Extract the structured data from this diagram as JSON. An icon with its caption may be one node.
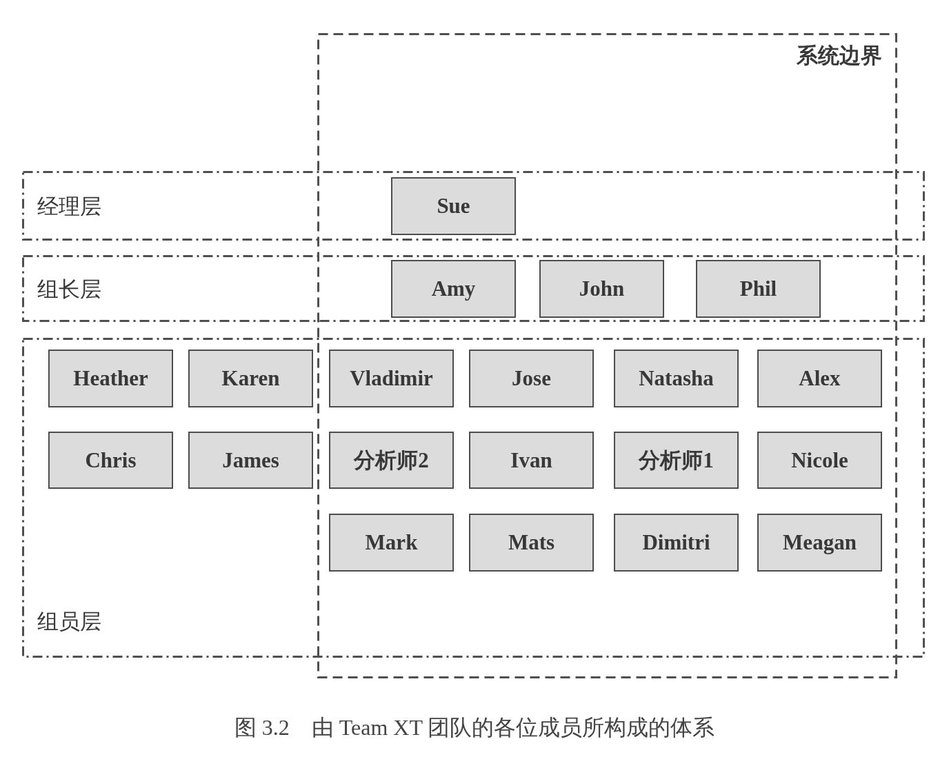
{
  "diagram": {
    "caption": "图 3.2　由 Team XT 团队的各位成员所构成的体系",
    "nodes": [
      {
        "text": [
          "系统边界"
        ]
      },
      {
        "text": [
          "经理层"
        ]
      },
      {
        "text": [
          "Sue"
        ]
      },
      {
        "text": [
          "组长层"
        ]
      },
      {
        "text": [
          "Amy"
        ]
      },
      {
        "text": [
          "John"
        ]
      },
      {
        "text": [
          "Phil"
        ]
      },
      {
        "text": [
          "组员层"
        ]
      },
      {
        "text": [
          "Heather"
        ],
        "in": 7
      },
      {
        "text": [
          "Karen"
        ],
        "in": 7
      },
      {
        "text": [
          "Vladimir"
        ]
      },
      {
        "text": [
          "Jose"
        ]
      },
      {
        "text": [
          "Natasha"
        ]
      },
      {
        "text": [
          "Alex"
        ]
      },
      {
        "text": [
          "Chris"
        ],
        "in": 7
      },
      {
        "text": [
          "James"
        ],
        "in": 7
      },
      {
        "text": [
          "分析师2"
        ]
      },
      {
        "text": [
          "Ivan"
        ]
      },
      {
        "text": [
          "分析师1"
        ]
      },
      {
        "text": [
          "Nicole"
        ]
      },
      {
        "text": [
          "Mark"
        ]
      },
      {
        "text": [
          "Mats"
        ]
      },
      {
        "text": [
          "Dimitri"
        ]
      },
      {
        "text": [
          "Meagan"
        ]
      }
    ]
  }
}
